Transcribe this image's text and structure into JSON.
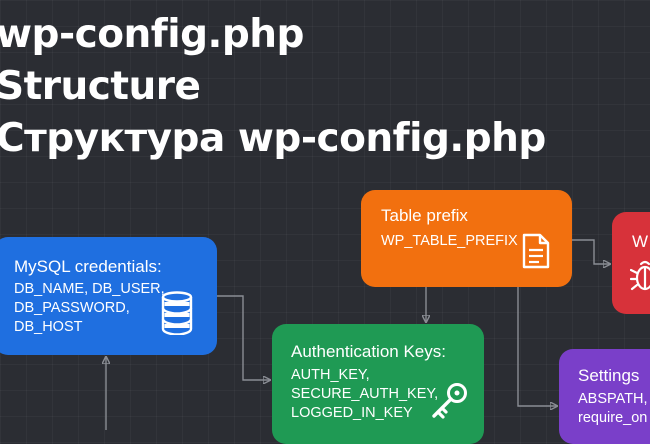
{
  "title": {
    "line1": "wp-config.php",
    "line2": "Structure",
    "line3": "Структура wp-config.php"
  },
  "nodes": {
    "mysql": {
      "title": "MySQL credentials:",
      "lines": [
        "DB_NAME, DB_USER,",
        "DB_PASSWORD,",
        "DB_HOST"
      ],
      "icon": "database-icon",
      "color": "#1f6fe0"
    },
    "table_prefix": {
      "title": "Table prefix",
      "lines": [
        "WP_TABLE_PREFIX"
      ],
      "icon": "document-icon",
      "color": "#f2700f"
    },
    "auth": {
      "title": "Authentication Keys:",
      "lines": [
        "AUTH_KEY,",
        "SECURE_AUTH_KEY,",
        "LOGGED_IN_KEY"
      ],
      "icon": "key-icon",
      "color": "#1f9a54"
    },
    "wp_debug": {
      "title": "W",
      "icon": "bug-icon",
      "color": "#d7323a"
    },
    "settings": {
      "title": "Settings",
      "lines": [
        "ABSPATH,",
        "require_on"
      ],
      "color": "#7a3fc9"
    }
  },
  "connector_color": "#8a8d94",
  "background_color": "#2b2d33"
}
